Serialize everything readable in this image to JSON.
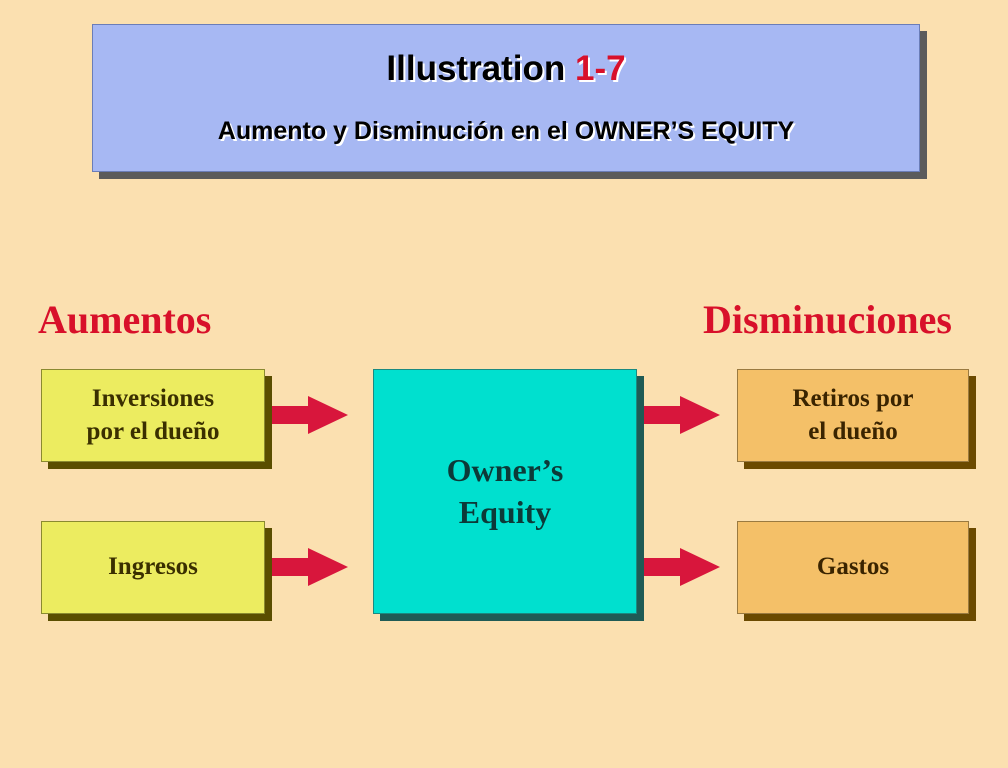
{
  "title": {
    "line1_prefix": "Illustration ",
    "line1_number": "1-7",
    "line2": "Aumento y Disminución en el OWNER’S  EQUITY"
  },
  "increases": {
    "heading": "Aumentos",
    "items": [
      "Inversiones\npor el dueño",
      "Ingresos"
    ]
  },
  "center": {
    "label": "Owner’s\nEquity"
  },
  "decreases": {
    "heading": "Disminuciones",
    "items": [
      "Retiros por\nel dueño",
      "Gastos"
    ]
  },
  "colors": {
    "background": "#fbe0b0",
    "title_box": "#a7b8f3",
    "accent_red": "#d8102a",
    "increase_box": "#ecec60",
    "decrease_box": "#f4c068",
    "center_box": "#00e0cf",
    "arrow": "#d8163c"
  }
}
